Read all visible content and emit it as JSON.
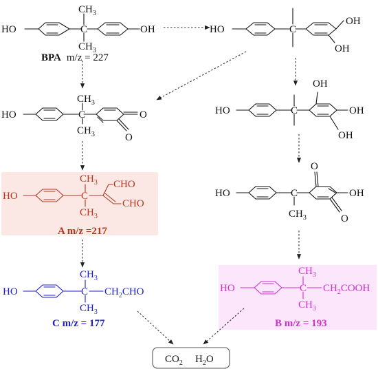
{
  "colors": {
    "default": "#111111",
    "compound_a": "#b5361c",
    "compound_a_highlight": "#fbe7e3",
    "compound_b": "#d02fd0",
    "compound_b_highlight": "#fbe6fb",
    "compound_c": "#1c1ccc",
    "products_box": "#555555"
  },
  "labels": {
    "ho": "HO",
    "oh": "OH",
    "ch3": "CH",
    "ch3_sub": "3",
    "c": "C",
    "o": "O",
    "cho": "CHO",
    "ch2cho_main": "CH",
    "ch2cho_sub": "2",
    "ch2cho_tail": "CHO",
    "ch2cooh_main": "CH",
    "ch2cooh_sub": "2",
    "ch2cooh_tail": "COOH"
  },
  "compounds": {
    "bpa": {
      "name": "BPA",
      "mz": "m/z = 227"
    },
    "a": {
      "label": "A m/z =217"
    },
    "b": {
      "label": "B m/z = 193"
    },
    "c": {
      "label": "C m/z = 177"
    }
  },
  "products": {
    "co2_main": "CO",
    "co2_sub": "2",
    "h2o_h": "H",
    "h2o_sub": "2",
    "h2o_o": "O"
  },
  "arrows": [
    {
      "from": "bpa",
      "to": "catechol"
    },
    {
      "from": "bpa",
      "to": "ortho-quinone"
    },
    {
      "from": "catechol",
      "to": "ortho-quinone"
    },
    {
      "from": "catechol",
      "to": "trihydroxy"
    },
    {
      "from": "ortho-quinone",
      "to": "a"
    },
    {
      "from": "trihydroxy",
      "to": "para-quinone"
    },
    {
      "from": "a",
      "to": "c"
    },
    {
      "from": "para-quinone",
      "to": "b"
    },
    {
      "from": "c",
      "to": "co2-h2o"
    },
    {
      "from": "b",
      "to": "co2-h2o"
    }
  ]
}
